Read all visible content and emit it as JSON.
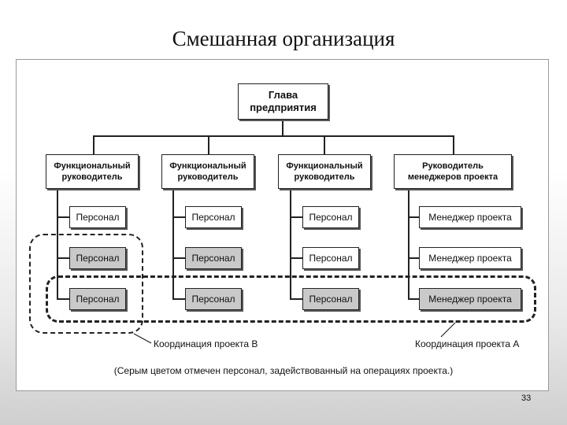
{
  "slide": {
    "title": "Смешанная организация",
    "page_number": "33"
  },
  "chart": {
    "head": "Глава предприятия",
    "columns": [
      {
        "manager": "Функциональный руководитель",
        "staff": [
          {
            "label": "Персонал",
            "highlight": false
          },
          {
            "label": "Персонал",
            "highlight": true
          },
          {
            "label": "Персонал",
            "highlight": true
          }
        ]
      },
      {
        "manager": "Функциональный руководитель",
        "staff": [
          {
            "label": "Персонал",
            "highlight": false
          },
          {
            "label": "Персонал",
            "highlight": true
          },
          {
            "label": "Персонал",
            "highlight": true
          }
        ]
      },
      {
        "manager": "Функциональный руководитель",
        "staff": [
          {
            "label": "Персонал",
            "highlight": false
          },
          {
            "label": "Персонал",
            "highlight": false
          },
          {
            "label": "Персонал",
            "highlight": true
          }
        ]
      },
      {
        "manager": "Руководитель менеджеров проекта",
        "staff": [
          {
            "label": "Менеджер проекта",
            "highlight": false
          },
          {
            "label": "Менеджер проекта",
            "highlight": false
          },
          {
            "label": "Менеджер проекта",
            "highlight": true
          }
        ]
      }
    ],
    "coordination_b": "Координация проекта B",
    "coordination_a": "Координация проекта A",
    "note": "(Серым цветом отмечен персонал, задействованный на операциях проекта.)"
  }
}
